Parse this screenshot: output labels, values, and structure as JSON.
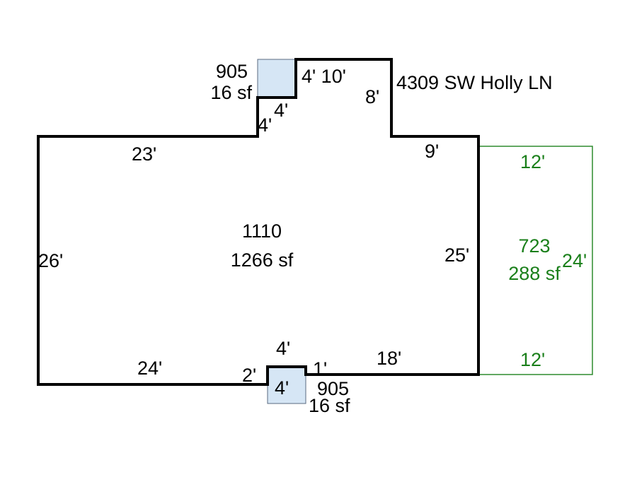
{
  "address": "4309 SW Holly LN",
  "colors": {
    "main_outline": "#000000",
    "garage_outline": "#2e8b2e",
    "garage_text": "#1a7f1a",
    "porch_fill": "#d6e6f5",
    "porch_outline": "#5a6a80"
  },
  "main_area": {
    "code": "1110",
    "area": "1266 sf",
    "dims": {
      "left": "26'",
      "top_left": "23'",
      "bump_side_left": "4'",
      "bump_side_top": "4'",
      "bump_top": "4' 10'",
      "bump_right": "8'",
      "top_right": "9'",
      "right": "25'",
      "bottom_right": "18'",
      "notch_right": "1'",
      "notch_top": "4'",
      "notch_left": "2'",
      "bottom_left": "24'"
    }
  },
  "porch_top": {
    "code": "905",
    "area": "16 sf"
  },
  "porch_bottom": {
    "code": "905",
    "area": "16 sf",
    "dim": "4'"
  },
  "garage": {
    "code": "723",
    "area": "288 sf",
    "dims": {
      "top": "12'",
      "bottom": "12'",
      "right": "24'"
    }
  }
}
